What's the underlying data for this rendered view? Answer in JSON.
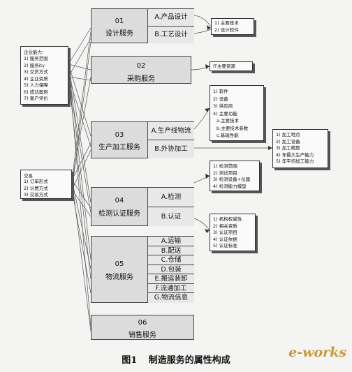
{
  "enterprise": {
    "title": "企业能力：",
    "items": [
      "1) 服务范围",
      "2) 服务ity",
      "3) 交货方式",
      "4) 企业资质",
      "5) 人力保障",
      "6) 成功案例",
      "7) 客户评价"
    ]
  },
  "transaction": {
    "title": "交易",
    "items": [
      "1) 订单形式",
      "2) 计费方式",
      "3) 交易方式"
    ]
  },
  "services": [
    {
      "num": "01",
      "name": "设计服务"
    },
    {
      "num": "02",
      "name": "采购服务"
    },
    {
      "num": "03",
      "name": "生产加工服务"
    },
    {
      "num": "04",
      "name": "检测认证服务"
    },
    {
      "num": "05",
      "name": "物流服务"
    },
    {
      "num": "06",
      "name": "销售服务"
    }
  ],
  "design_subs": [
    "A.产品设计",
    "B.工艺设计"
  ],
  "design_info": [
    "1) 主要技术",
    "2) 设计软件"
  ],
  "purchase_info": [
    "IT主要资源"
  ],
  "production_subs": [
    "A.生产线物流",
    "B.外协加工"
  ],
  "production_info": [
    "1) 软件",
    "2) 设备",
    "3) 供应商",
    "4) 主要功能",
    "  a.主要技术",
    "  b.主要技术参数",
    "  c.基础性能"
  ],
  "outsourcing_info": [
    "1) 加工地点",
    "2) 加工设备",
    "3) 加工精度",
    "4) 年最大生产能力",
    "5) 年平均加工能力"
  ],
  "testing_subs": [
    "A.检测",
    "B.认证"
  ],
  "testing_info": [
    "1) 检测范围",
    "2) 测试项目",
    "3) 检测设备+仪器",
    "4) 检测能力模型"
  ],
  "cert_info": [
    "1) 机构权威性",
    "2) 相关资质",
    "3) 认证项目",
    "4) 认证依据",
    "5) 认证标准"
  ],
  "logistics_subs": [
    "A.运输",
    "B.配送",
    "C.仓储",
    "D.包装",
    "E.搬运装卸",
    "F.流通加工",
    "G.物流信息"
  ],
  "caption": {
    "fig": "图1",
    "text": "制造服务的属性构成"
  },
  "logo": "e-works"
}
